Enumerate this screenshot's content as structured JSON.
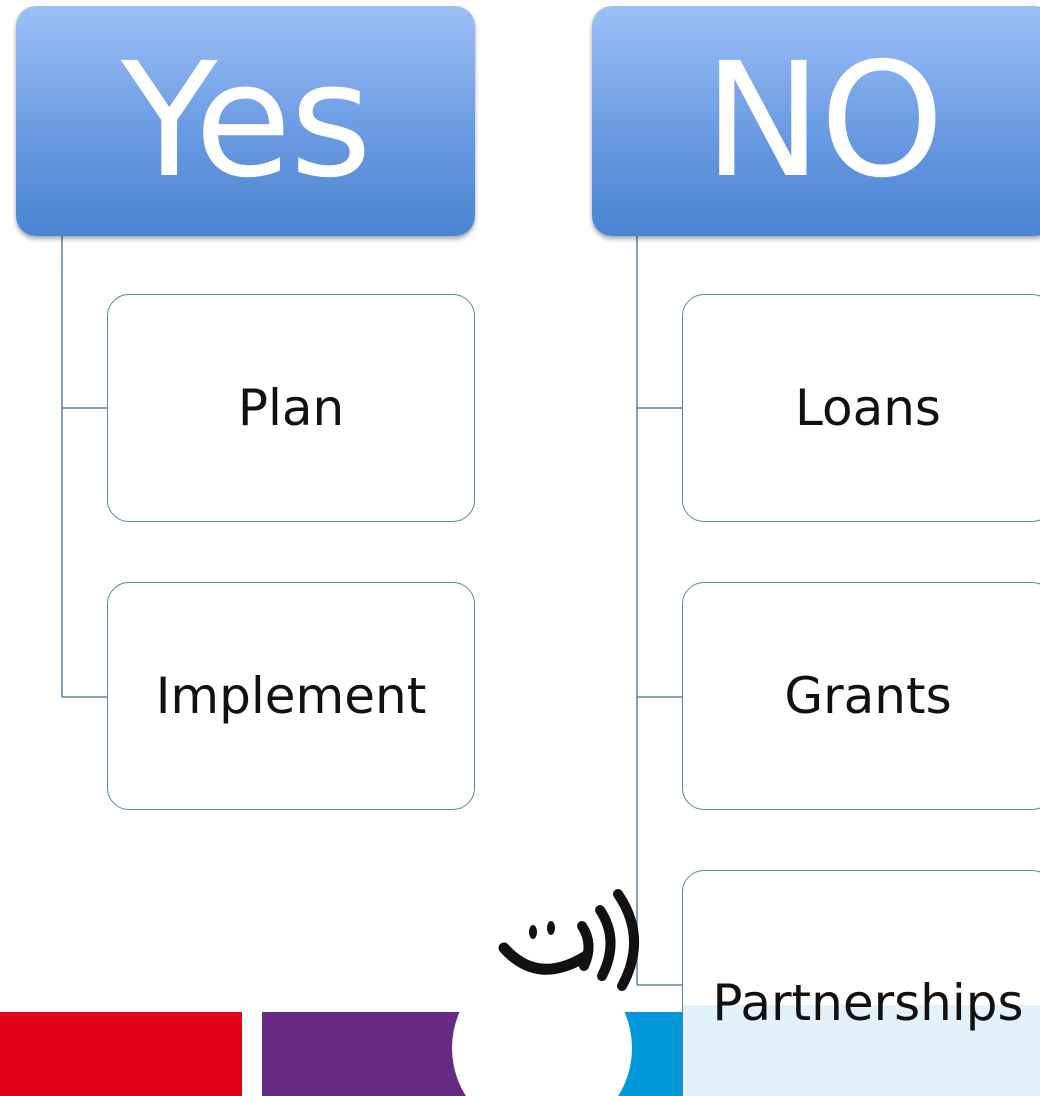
{
  "columns": [
    {
      "header": "Yes",
      "items": [
        "Plan",
        "Implement"
      ]
    },
    {
      "header": "NO",
      "items": [
        "Loans",
        "Grants",
        "Partnerships"
      ]
    }
  ],
  "colors": {
    "header_top": "#9cc0f8",
    "header_bottom": "#4a84d0",
    "connector": "#5b7fb7",
    "band_red": "#e2001a",
    "band_purple": "#662a84",
    "band_blue": "#0098d8",
    "band_yellow": "#fafae6"
  },
  "logo": {
    "icon": "smile-sound-waves-logo"
  }
}
